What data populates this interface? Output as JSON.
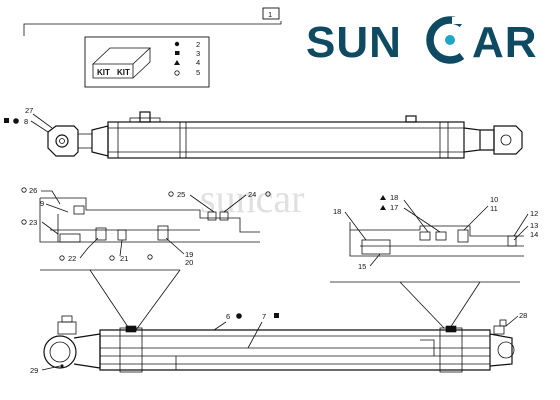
{
  "brand": {
    "left": "SUN",
    "right": "AR",
    "accent_color": "#1fa5c6",
    "brand_color": "#0e4a61"
  },
  "watermark": "suncar",
  "assembly_label": "1",
  "kit": {
    "word": "KIT",
    "legend": [
      {
        "symbol": "dot",
        "label": "2"
      },
      {
        "symbol": "square",
        "label": "3"
      },
      {
        "symbol": "triangle",
        "label": "4"
      },
      {
        "symbol": "circle",
        "label": "5"
      }
    ]
  },
  "callouts": {
    "c27": "27",
    "c8": "8",
    "c26": "26",
    "c9": "9",
    "c23": "23",
    "c22": "22",
    "c21": "21",
    "c19": "19",
    "c20": "20",
    "c25": "25",
    "c24": "24",
    "c18a": "18",
    "c17": "17",
    "c18b": "18",
    "c15": "15",
    "c10": "10",
    "c11": "11",
    "c12": "12",
    "c13": "13",
    "c14": "14",
    "c6": "6",
    "c7": "7",
    "c28": "28",
    "c29": "29"
  }
}
